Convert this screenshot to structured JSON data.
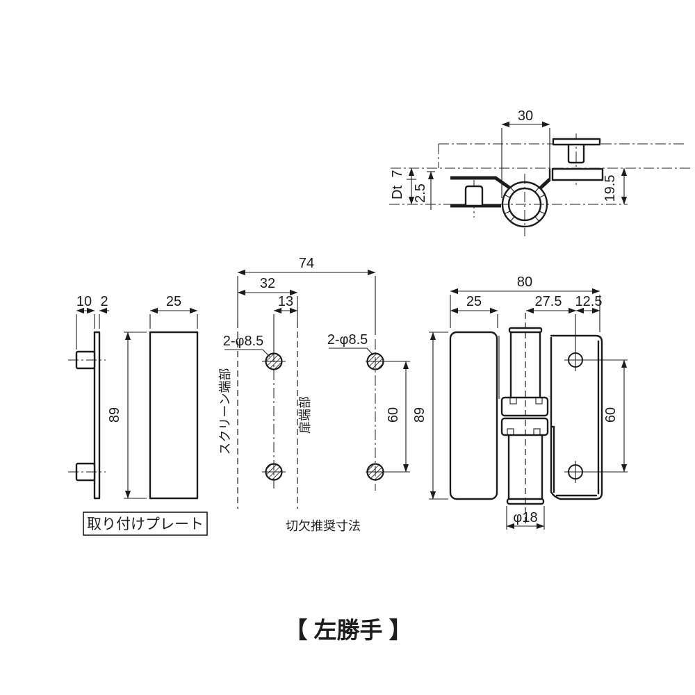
{
  "drawing": {
    "handing_label": "【 左勝手 】",
    "line_color": "#1c1c1c",
    "top_view": {
      "dim_30": "30",
      "dim_7": "7",
      "dim_Dt": "Dt",
      "dim_2_5": "2.5",
      "dim_19_5": "19.5"
    },
    "mounting_plate": {
      "caption": "取り付けプレート",
      "dim_10": "10",
      "dim_2": "2",
      "dim_25": "25",
      "dim_89": "89"
    },
    "cutout": {
      "caption": "切欠推奨寸法",
      "dim_74": "74",
      "dim_32": "32",
      "dim_13": "13",
      "dim_60": "60",
      "holes_label_left": "2-φ8.5",
      "holes_label_right": "2-φ8.5",
      "screen_edge": "スクリーン端部",
      "door_edge": "扉端部"
    },
    "front_view": {
      "dim_80": "80",
      "dim_25": "25",
      "dim_27_5": "27.5",
      "dim_12_5": "12.5",
      "dim_89": "89",
      "dim_60": "60",
      "dim_dia18": "φ18"
    }
  }
}
